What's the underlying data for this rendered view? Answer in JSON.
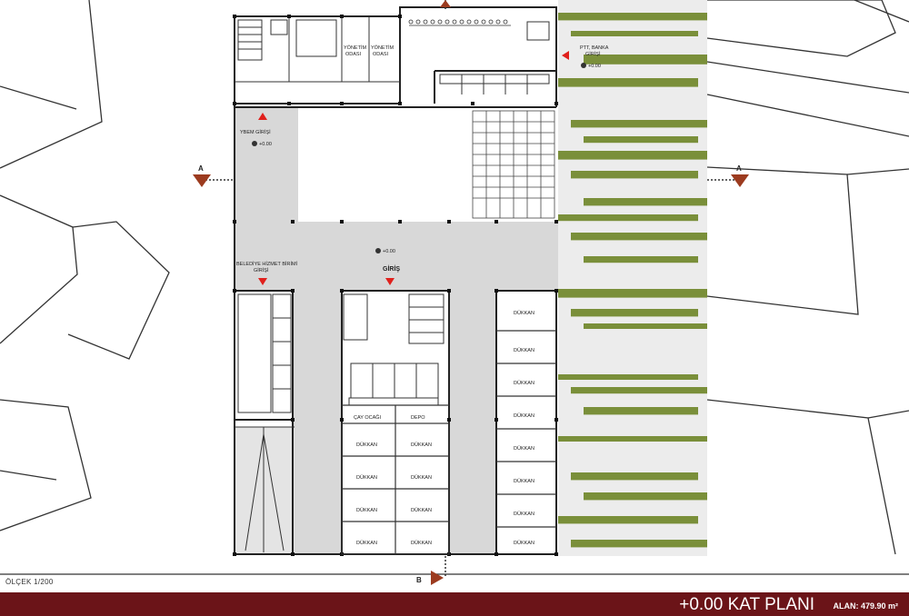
{
  "title": "+0.00 KAT PLANI",
  "area_label": "ALAN: 479.90 m²",
  "scale_label": "ÖLÇEK 1/200",
  "section_marks": {
    "a_left": "A",
    "a_right": "A",
    "b_bottom": "B"
  },
  "rooms": {
    "yonetim_1": [
      "YÖNETİM",
      "ODASI"
    ],
    "yonetim_2": [
      "YÖNETİM",
      "ODASI"
    ],
    "ptt": [
      "PTT, BANKA",
      "GİRİŞİ"
    ],
    "ybem": "YBEM GİRİŞİ",
    "belediye": [
      "BELEDİYE HİZMET BİRİMİ",
      "GİRİŞİ"
    ],
    "giris": "GİRİŞ",
    "cay_ocagi": "ÇAY OCAĞI",
    "depo": "DEPO",
    "dukkan": "DÜKKAN"
  },
  "levels": {
    "ptt": "+0.00",
    "ybem": "+0.00",
    "center": "+0.00"
  },
  "colors": {
    "accent": "#6b1418",
    "arrow_red": "#e0201c",
    "section_brown": "#9c3b1f",
    "green": "#7a8f3a",
    "circulation": "#d8d8d8"
  }
}
